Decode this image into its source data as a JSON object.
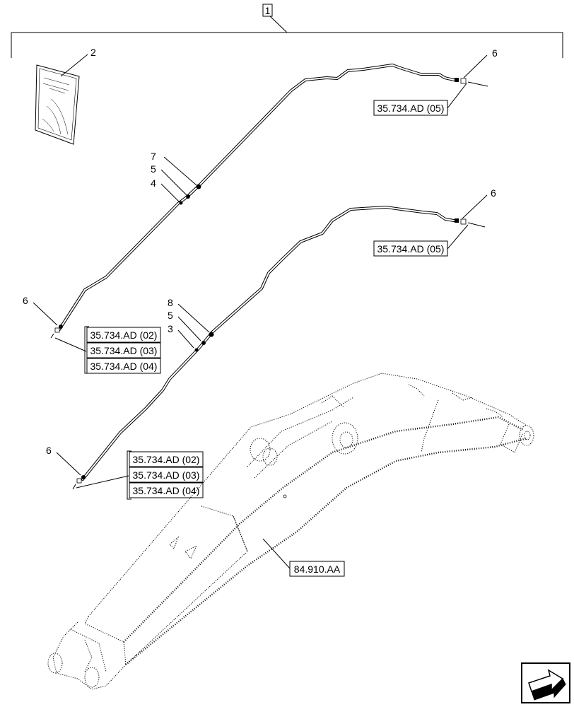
{
  "assembly": {
    "item_number": "1"
  },
  "items": {
    "manual": "2",
    "pipe_upper_part": "4",
    "pipe_lower_part": "3",
    "fitting_a": "5",
    "fitting_a2": "5",
    "fitting_upper": "7",
    "fitting_lower": "8",
    "connector_upper_right": "6",
    "connector_lower_right": "6",
    "connector_upper_left": "6",
    "connector_lower_left": "6"
  },
  "references": {
    "upper_right": "35.734.AD (05)",
    "lower_right": "35.734.AD (05)",
    "upper_left_group": [
      "35.734.AD (02)",
      "35.734.AD (03)",
      "35.734.AD (04)"
    ],
    "lower_left_group": [
      "35.734.AD (02)",
      "35.734.AD (03)",
      "35.734.AD (04)"
    ],
    "boom": "84.910.AA"
  },
  "nav": {
    "icon": "next-page-arrow-icon"
  }
}
